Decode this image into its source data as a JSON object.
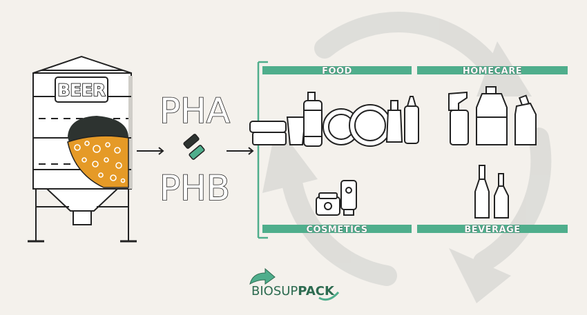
{
  "silo": {
    "label": "BEER"
  },
  "polymers": {
    "top": "PHA",
    "bottom": "PHB"
  },
  "categories": {
    "food": "FOOD",
    "homecare": "HOMECARE",
    "cosmetics": "COSMETICS",
    "beverage": "BEVERAGE"
  },
  "brand": {
    "part1": "BIOSUP",
    "part2": "PACK"
  },
  "colors": {
    "accent_green": "#4fae8c",
    "beer_orange": "#e59a27",
    "dark_foam": "#2d3330",
    "background": "#f4f1ec",
    "recycle_gray": "#dcdbd8"
  },
  "icons": [
    "recycle-icon",
    "arrow-right-icon",
    "pellet-icon",
    "silo-icon"
  ]
}
